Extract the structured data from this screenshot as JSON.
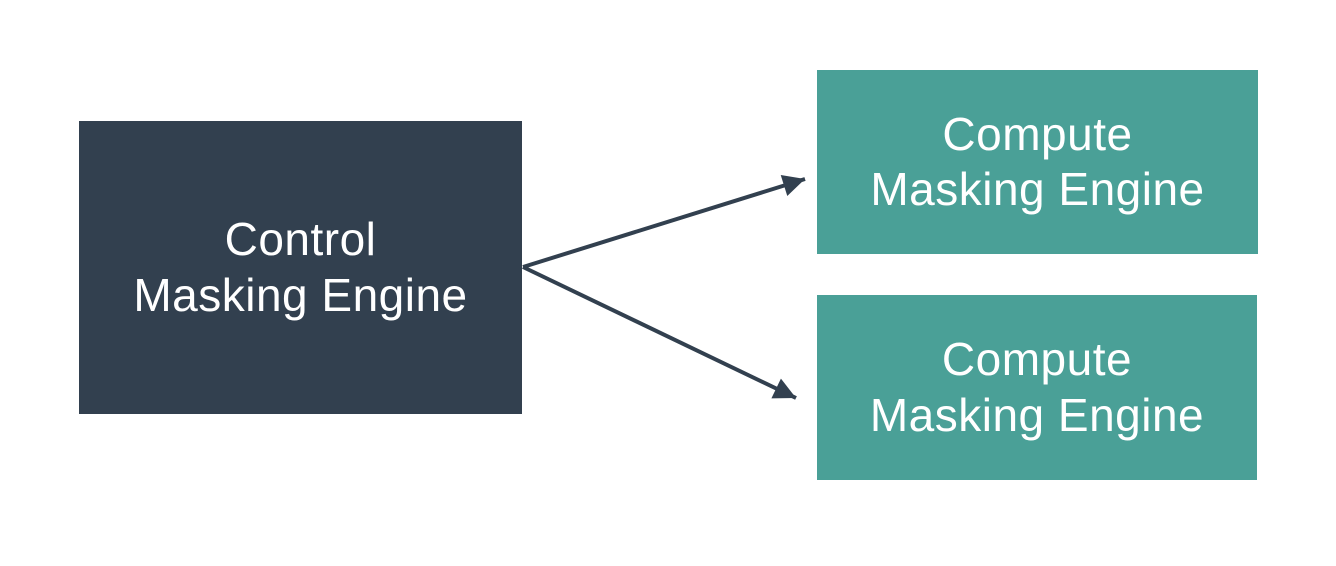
{
  "colors": {
    "background": "#ffffff",
    "control_box": "#32404F",
    "compute_box": "#4AA097",
    "arrow": "#32404F",
    "label_text": "#ffffff"
  },
  "nodes": {
    "control": {
      "label_lines": [
        "Control",
        "Masking Engine"
      ]
    },
    "compute_top": {
      "label_lines": [
        "Compute",
        "Masking Engine"
      ]
    },
    "compute_bottom": {
      "label_lines": [
        "Compute",
        "Masking Engine"
      ]
    }
  },
  "edges": [
    {
      "from": "control",
      "to": "compute_top"
    },
    {
      "from": "control",
      "to": "compute_bottom"
    }
  ]
}
